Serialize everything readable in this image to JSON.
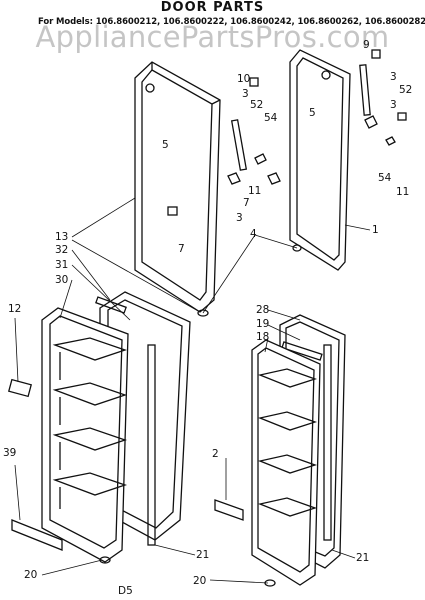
{
  "title": "DOOR PARTS",
  "models_line": "For Models: 106.8600212, 106.8600222, 106.8600242, 106.8600262, 106.8600282",
  "watermark": "AppliancePartsPros.com",
  "footer_code": "D5",
  "callouts": {
    "c1": "1",
    "c2": "2",
    "c3a": "3",
    "c3b": "3",
    "c3c": "3",
    "c3d": "3",
    "c4": "4",
    "c5a": "5",
    "c5b": "5",
    "c7a": "7",
    "c7b": "7",
    "c10": "10",
    "c11a": "11",
    "c11b": "11",
    "c12": "12",
    "c13": "13",
    "c18": "18",
    "c19": "19",
    "c20a": "20",
    "c20b": "20",
    "c21a": "21",
    "c21b": "21",
    "c28": "28",
    "c30": "30",
    "c31": "31",
    "c32": "32",
    "c39": "39",
    "c52a": "52",
    "c52b": "52",
    "c54a": "54",
    "c54b": "54",
    "c9": "9"
  }
}
